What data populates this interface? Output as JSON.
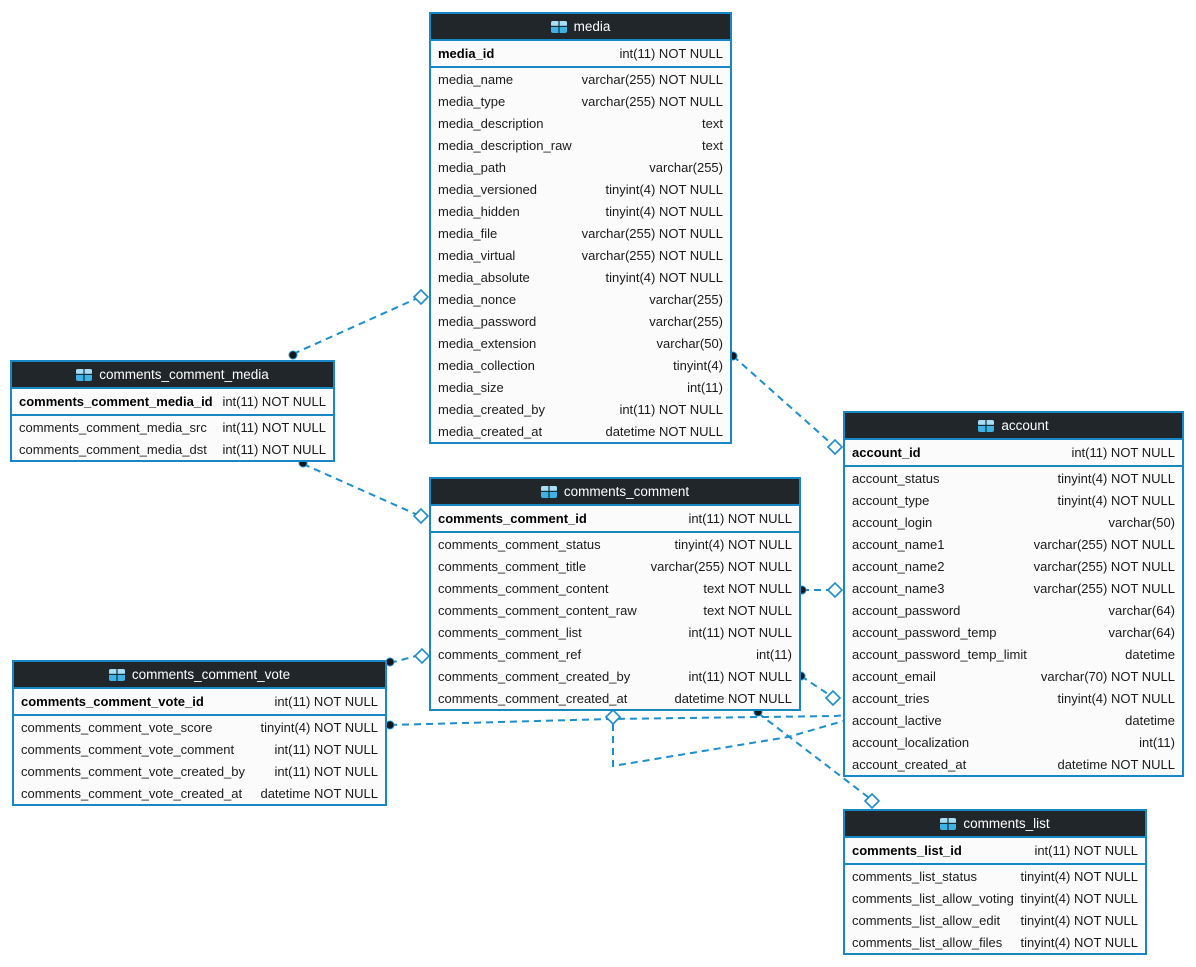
{
  "diagram": {
    "kind": "database-er-diagram",
    "accent_color": "#1887c6",
    "header_color": "#21262b",
    "line_color": "#1b8ecd"
  },
  "tables": [
    {
      "id": "media",
      "title": "media",
      "pk": {
        "name": "media_id",
        "type": "int(11) NOT NULL"
      },
      "rows": [
        {
          "name": "media_name",
          "type": "varchar(255) NOT NULL"
        },
        {
          "name": "media_type",
          "type": "varchar(255) NOT NULL"
        },
        {
          "name": "media_description",
          "type": "text"
        },
        {
          "name": "media_description_raw",
          "type": "text"
        },
        {
          "name": "media_path",
          "type": "varchar(255)"
        },
        {
          "name": "media_versioned",
          "type": "tinyint(4) NOT NULL"
        },
        {
          "name": "media_hidden",
          "type": "tinyint(4) NOT NULL"
        },
        {
          "name": "media_file",
          "type": "varchar(255) NOT NULL"
        },
        {
          "name": "media_virtual",
          "type": "varchar(255) NOT NULL"
        },
        {
          "name": "media_absolute",
          "type": "tinyint(4) NOT NULL"
        },
        {
          "name": "media_nonce",
          "type": "varchar(255)"
        },
        {
          "name": "media_password",
          "type": "varchar(255)"
        },
        {
          "name": "media_extension",
          "type": "varchar(50)"
        },
        {
          "name": "media_collection",
          "type": "tinyint(4)"
        },
        {
          "name": "media_size",
          "type": "int(11)"
        },
        {
          "name": "media_created_by",
          "type": "int(11) NOT NULL"
        },
        {
          "name": "media_created_at",
          "type": "datetime NOT NULL"
        }
      ]
    },
    {
      "id": "comments_comment_media",
      "title": "comments_comment_media",
      "pk": {
        "name": "comments_comment_media_id",
        "type": "int(11) NOT NULL"
      },
      "rows": [
        {
          "name": "comments_comment_media_src",
          "type": "int(11) NOT NULL"
        },
        {
          "name": "comments_comment_media_dst",
          "type": "int(11) NOT NULL"
        }
      ]
    },
    {
      "id": "comments_comment",
      "title": "comments_comment",
      "pk": {
        "name": "comments_comment_id",
        "type": "int(11) NOT NULL"
      },
      "rows": [
        {
          "name": "comments_comment_status",
          "type": "tinyint(4) NOT NULL"
        },
        {
          "name": "comments_comment_title",
          "type": "varchar(255) NOT NULL"
        },
        {
          "name": "comments_comment_content",
          "type": "text NOT NULL"
        },
        {
          "name": "comments_comment_content_raw",
          "type": "text NOT NULL"
        },
        {
          "name": "comments_comment_list",
          "type": "int(11) NOT NULL"
        },
        {
          "name": "comments_comment_ref",
          "type": "int(11)"
        },
        {
          "name": "comments_comment_created_by",
          "type": "int(11) NOT NULL"
        },
        {
          "name": "comments_comment_created_at",
          "type": "datetime NOT NULL"
        }
      ]
    },
    {
      "id": "comments_comment_vote",
      "title": "comments_comment_vote",
      "pk": {
        "name": "comments_comment_vote_id",
        "type": "int(11) NOT NULL"
      },
      "rows": [
        {
          "name": "comments_comment_vote_score",
          "type": "tinyint(4) NOT NULL"
        },
        {
          "name": "comments_comment_vote_comment",
          "type": "int(11) NOT NULL"
        },
        {
          "name": "comments_comment_vote_created_by",
          "type": "int(11) NOT NULL"
        },
        {
          "name": "comments_comment_vote_created_at",
          "type": "datetime NOT NULL"
        }
      ]
    },
    {
      "id": "account",
      "title": "account",
      "pk": {
        "name": "account_id",
        "type": "int(11) NOT NULL"
      },
      "rows": [
        {
          "name": "account_status",
          "type": "tinyint(4) NOT NULL"
        },
        {
          "name": "account_type",
          "type": "tinyint(4) NOT NULL"
        },
        {
          "name": "account_login",
          "type": "varchar(50)"
        },
        {
          "name": "account_name1",
          "type": "varchar(255) NOT NULL"
        },
        {
          "name": "account_name2",
          "type": "varchar(255) NOT NULL"
        },
        {
          "name": "account_name3",
          "type": "varchar(255) NOT NULL"
        },
        {
          "name": "account_password",
          "type": "varchar(64)"
        },
        {
          "name": "account_password_temp",
          "type": "varchar(64)"
        },
        {
          "name": "account_password_temp_limit",
          "type": "datetime"
        },
        {
          "name": "account_email",
          "type": "varchar(70) NOT NULL"
        },
        {
          "name": "account_tries",
          "type": "tinyint(4) NOT NULL"
        },
        {
          "name": "account_lactive",
          "type": "datetime"
        },
        {
          "name": "account_localization",
          "type": "int(11)"
        },
        {
          "name": "account_created_at",
          "type": "datetime NOT NULL"
        }
      ]
    },
    {
      "id": "comments_list",
      "title": "comments_list",
      "pk": {
        "name": "comments_list_id",
        "type": "int(11) NOT NULL"
      },
      "rows": [
        {
          "name": "comments_list_status",
          "type": "tinyint(4) NOT NULL"
        },
        {
          "name": "comments_list_allow_voting",
          "type": "tinyint(4) NOT NULL"
        },
        {
          "name": "comments_list_allow_edit",
          "type": "tinyint(4) NOT NULL"
        },
        {
          "name": "comments_list_allow_files",
          "type": "tinyint(4) NOT NULL"
        }
      ]
    }
  ],
  "relationships": [
    {
      "from": "comments_comment_media",
      "to": "media"
    },
    {
      "from": "comments_comment_media",
      "to": "comments_comment"
    },
    {
      "from": "media",
      "to": "account"
    },
    {
      "from": "comments_comment",
      "to": "account"
    },
    {
      "from": "comments_comment",
      "to": "account"
    },
    {
      "from": "comments_comment",
      "to": "comments_list"
    },
    {
      "from": "comments_comment",
      "to": "comments_comment"
    },
    {
      "from": "comments_comment_vote",
      "to": "comments_comment"
    },
    {
      "from": "comments_comment_vote",
      "to": "account"
    }
  ]
}
